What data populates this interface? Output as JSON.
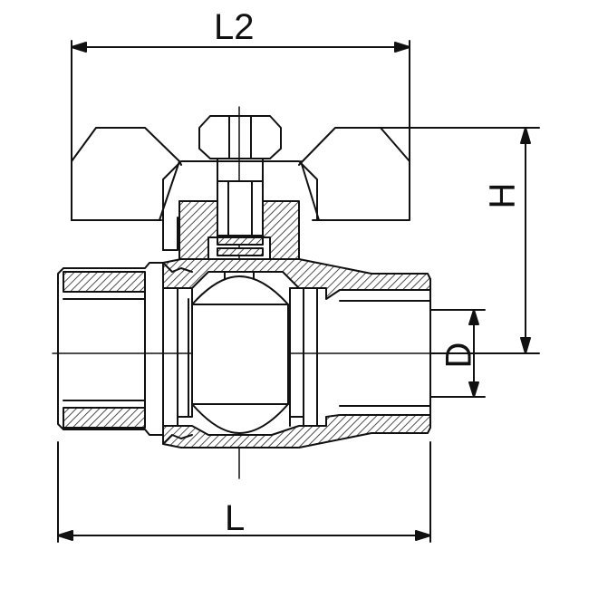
{
  "diagram": {
    "dimensions": {
      "l2": "L2",
      "h": "H",
      "d": "D",
      "l": "L"
    },
    "colors": {
      "line": "#111111",
      "hatch": "#222222",
      "background": "#ffffff"
    }
  }
}
